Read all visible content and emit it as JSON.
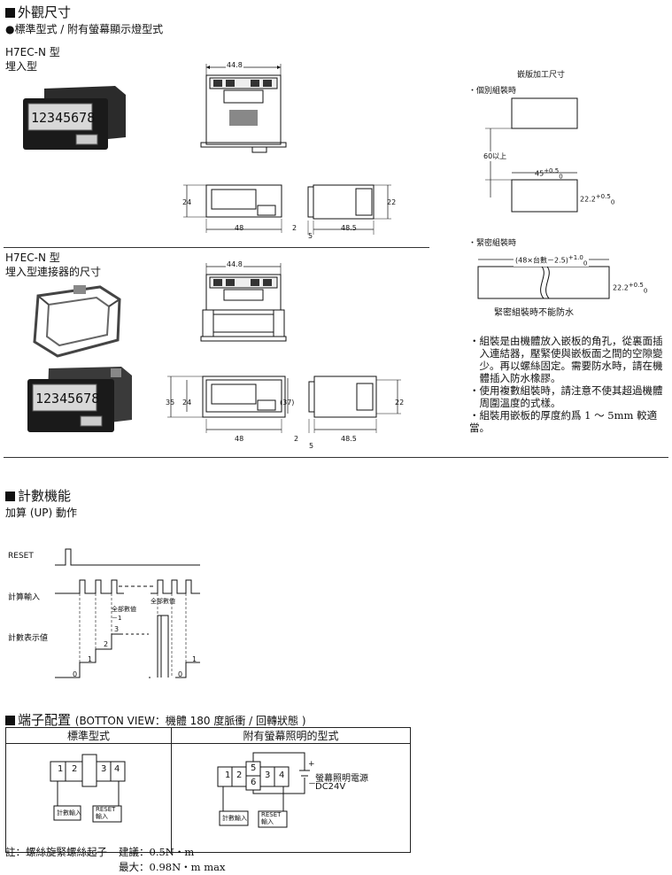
{
  "section1": {
    "title": "外觀尺寸",
    "subtitle": "●標準型式 / 附有螢幕顯示燈型式",
    "model1": {
      "name": "H7EC-N 型",
      "type": "埋入型"
    },
    "model2": {
      "name": "H7EC-N 型",
      "type": "埋入型連接器的尺寸"
    },
    "lcd_digits": "12345678",
    "dims": {
      "w448": "44.8",
      "h24": "24",
      "h22": "22",
      "w48": "48",
      "w2": "2",
      "w5": "5",
      "w485": "48.5",
      "h35": "35",
      "h37": "(37)",
      "w448b": "44.8",
      "w48b": "48",
      "w2b": "2",
      "w5b": "5",
      "w485b": "48.5",
      "h24b": "24",
      "h22b": "22"
    },
    "panel": {
      "title": "嵌版加工尺寸",
      "individual": "・個別組裝時",
      "min60": "60以上",
      "w45": "45",
      "w45_tol_upper": "+0.5",
      "w45_tol_lower": "0",
      "h222": "22.2",
      "h222_tol_upper": "+0.5",
      "h222_tol_lower": "0",
      "close": "・緊密組裝時",
      "formula": "(48×台數－2.5)",
      "formula_tol_upper": "+1.0",
      "formula_tol_lower": "0",
      "h222b": "22.2",
      "h222b_tol_upper": "+0.5",
      "h222b_tol_lower": "0",
      "waterproof_note": "緊密組裝時不能防水"
    },
    "notes": [
      "・組裝是由機體放入嵌板的角孔，從裏面插",
      "　入連結器，壓緊使與嵌板面之間的空隙變",
      "　少。再以螺絲固定。需要防水時，請在機",
      "　體插入防水橡膠。",
      "・使用複數組裝時，請注意不使其超過機體",
      "　周圍溫度的式樣。",
      "・組裝用嵌板的厚度約爲 1 ～ 5mm 較適當。"
    ]
  },
  "section2": {
    "title": "計數機能",
    "subtitle": "加算 (UP) 動作",
    "labels": {
      "reset": "RESET",
      "input": "計算輸入",
      "value": "計數表示値",
      "full1": "全部數値",
      "full1b": "－1",
      "full2": "全部數値",
      "v0": "0",
      "v1": "1",
      "v2": "2",
      "v3": "3",
      "v0b": "0",
      "v1b": "1"
    }
  },
  "section3": {
    "title": "端子配置",
    "title_suffix": "(BOTTON VIEW：機體 180 度脈衝 / 回轉狀態 )",
    "col1": "標準型式",
    "col2": "附有螢幕照明的型式",
    "t1": "1",
    "t2": "2",
    "t3": "3",
    "t4": "4",
    "t1b": "1",
    "t2b": "2",
    "t3b": "3",
    "t4b": "4",
    "t5": "5",
    "t6": "6",
    "count_input": "計數輸入",
    "reset_input": "RESET",
    "reset_input2": "輸入",
    "count_input_b": "計數輸入",
    "reset_input_b": "RESET",
    "reset_input2_b": "輸入",
    "plus": "+",
    "minus": "－",
    "backlight_label": "螢幕照明電源",
    "backlight_voltage": "DC24V"
  },
  "footer": {
    "label": "註：螺絲旋緊螺絲起子",
    "recommend": "建議：0.5N・m",
    "max": "最大：0.98N・m max"
  }
}
